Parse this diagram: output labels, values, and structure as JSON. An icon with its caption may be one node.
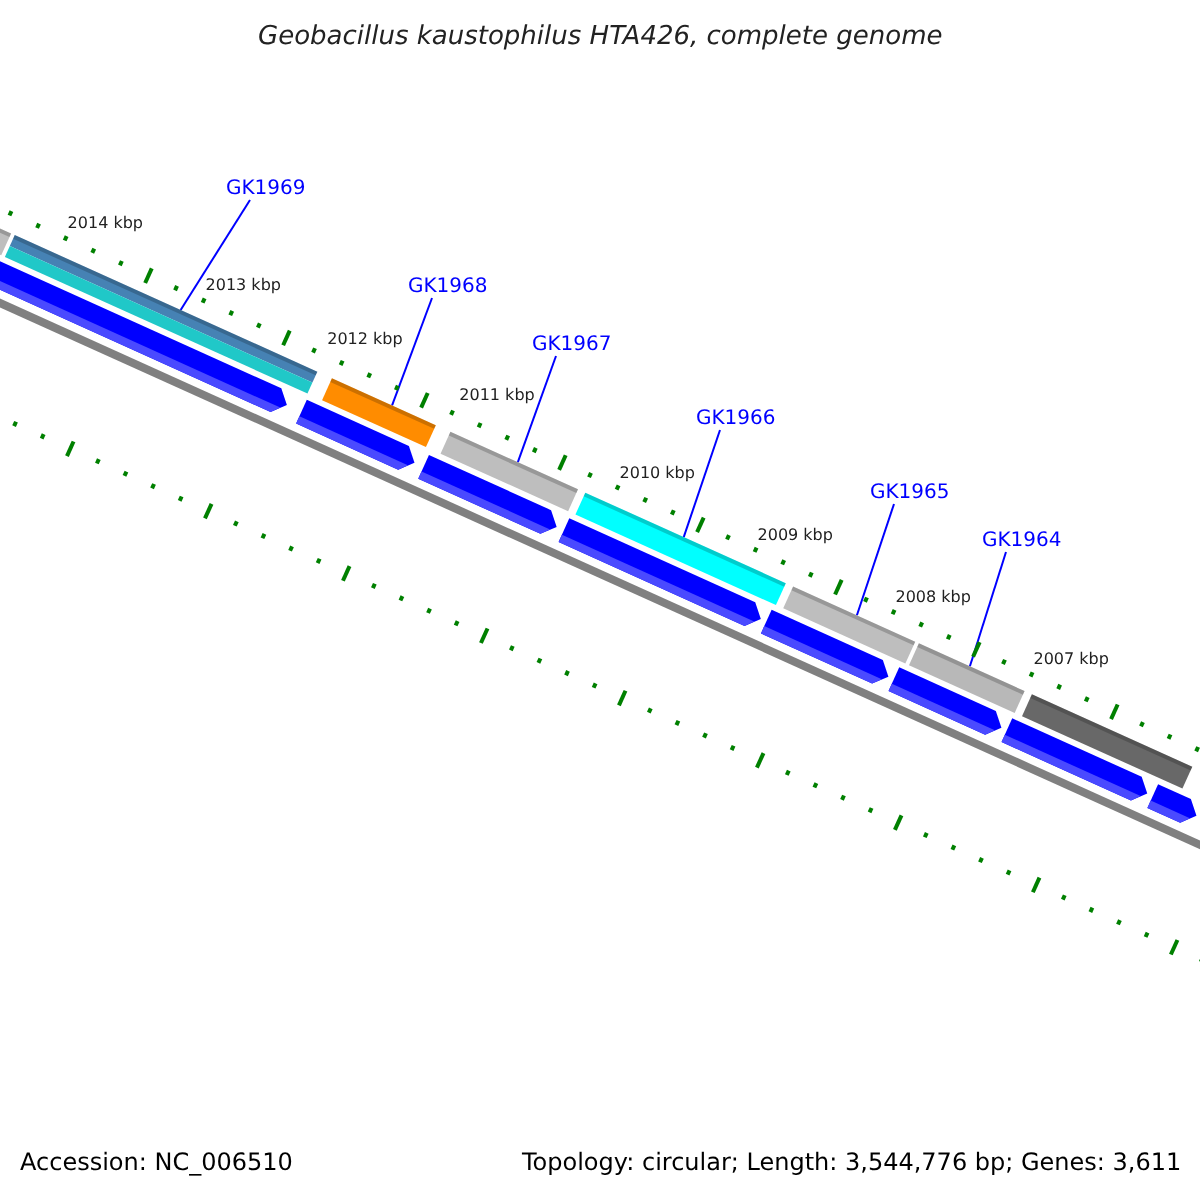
{
  "diagram": {
    "title": "Geobacillus kaustophilus HTA426, complete genome",
    "nodes": [
      {
        "text": [
          "GK1969"
        ]
      },
      {
        "text": [
          "GK1968"
        ]
      },
      {
        "text": [
          "GK1967"
        ]
      },
      {
        "text": [
          "GK1966"
        ]
      },
      {
        "text": [
          "GK1965"
        ]
      },
      {
        "text": [
          "GK1964"
        ]
      },
      {
        "text": [],
        "shape": "bar"
      },
      {
        "text": [],
        "shape": "bar"
      },
      {
        "text": [],
        "shape": "bar"
      },
      {
        "text": [],
        "shape": "bar"
      },
      {
        "text": [],
        "shape": "bar"
      },
      {
        "text": [],
        "shape": "bar"
      },
      {
        "text": [],
        "shape": "bar"
      },
      {
        "text": [],
        "shape": "bar"
      },
      {
        "text": [],
        "shape": "pentagon"
      },
      {
        "text": [],
        "shape": "pentagon"
      },
      {
        "text": [],
        "shape": "pentagon"
      },
      {
        "text": [],
        "shape": "pentagon"
      },
      {
        "text": [],
        "shape": "pentagon"
      },
      {
        "text": [],
        "shape": "pentagon"
      },
      {
        "text": [],
        "shape": "pentagon"
      },
      {
        "text": [],
        "shape": "pentagon"
      }
    ],
    "edges": [
      {
        "from": 0,
        "to": 7,
        "arrow": "none"
      },
      {
        "from": 1,
        "to": 8,
        "arrow": "none"
      },
      {
        "from": 2,
        "to": 9,
        "arrow": "none"
      },
      {
        "from": 3,
        "to": 10,
        "arrow": "none"
      },
      {
        "from": 4,
        "to": 11,
        "arrow": "none"
      },
      {
        "from": 5,
        "to": 12,
        "arrow": "none"
      }
    ],
    "labels": [
      "2014 kbp",
      "2013 kbp",
      "2012 kbp",
      "2011 kbp",
      "2010 kbp",
      "2009 kbp",
      "2008 kbp",
      "2007 kbp",
      "Accession: NC_006510",
      "Topology: circular; Length: 3,544,776 bp; Genes: 3,611"
    ]
  }
}
